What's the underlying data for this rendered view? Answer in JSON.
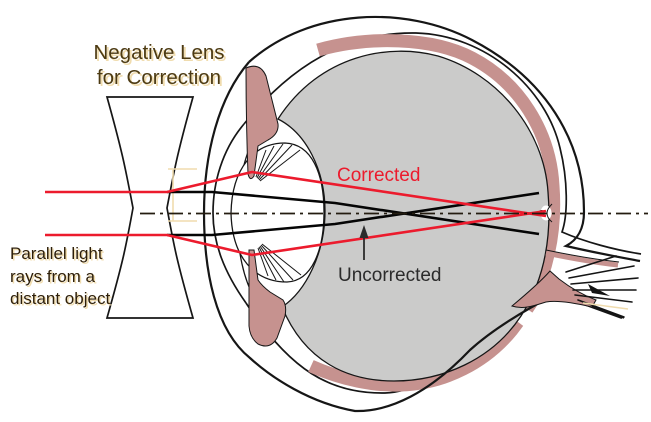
{
  "figure": {
    "title": {
      "line1": "Negative Lens",
      "line2": "for Correction"
    },
    "labels": {
      "corrected": "Corrected",
      "uncorrected": "Uncorrected",
      "parallel_line1": "Parallel light",
      "parallel_line2": "rays from a",
      "parallel_line3": "distant object"
    },
    "colors": {
      "ray_red": "#ec1b2d",
      "tissue_pink": "#c6928f",
      "vitreous_gray": "#cbcbca",
      "outline_black": "#161616",
      "axis_dark": "#241c10",
      "title_brown": "#4c3a12",
      "label_brown": "#2e1f09",
      "label_dark": "#2b2b2b",
      "shadow_tan": "#f0dcae"
    }
  }
}
